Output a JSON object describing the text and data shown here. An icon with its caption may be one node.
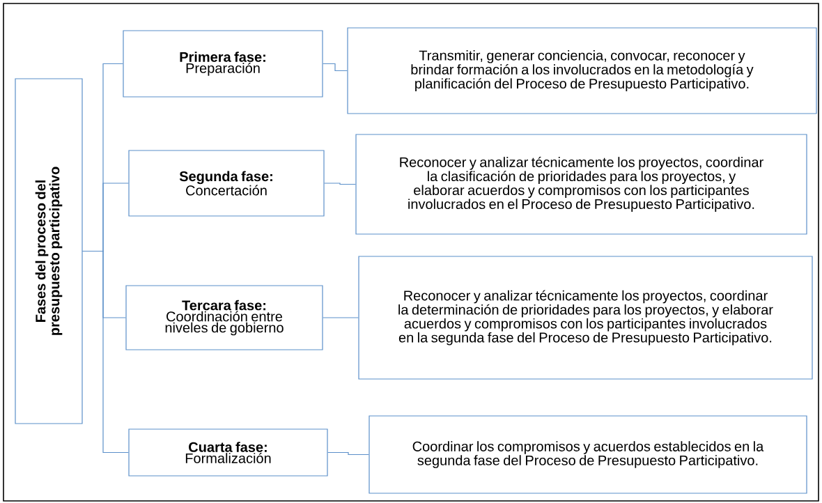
{
  "diagram": {
    "nodes": [
      {
        "text": [
          "Fases del proceso del presupuesto participativo"
        ]
      },
      {
        "text": [
          "Primera fase:",
          "Preparación"
        ]
      },
      {
        "text": [
          "Segunda fase:",
          "Concertación"
        ]
      },
      {
        "text": [
          "Tercara fase:",
          "Coordinación entre niveles de gobierno"
        ]
      },
      {
        "text": [
          "Cuarta fase:",
          "Formalización"
        ]
      },
      {
        "text": [
          "Transmitir, generar conciencia, convocar, reconocer y brindar formación a los involucrados en la metodología y planificación del Proceso de Presupuesto Participativo."
        ]
      },
      {
        "text": [
          "Reconocer y analizar técnicamente los proyectos, coordinar la clasificación de prioridades para los proyectos, y elaborar acuerdos y compromisos con los participantes involucrados en el Proceso de Presupuesto Participativo."
        ]
      },
      {
        "text": [
          "Reconocer y analizar técnicamente los proyectos, coordinar la determinación de prioridades para los proyectos, y elaborar acuerdos y compromisos con los participantes involucrados en la segunda fase del Proceso de Presupuesto Participativo."
        ]
      },
      {
        "text": [
          "Coordinar los compromisos y acuerdos establecidos en la segunda fase del Proceso de Presupuesto Participativo."
        ]
      }
    ],
    "edges": [
      {
        "from": 0,
        "to": 1,
        "arrow": "none"
      },
      {
        "from": 0,
        "to": 2,
        "arrow": "none"
      },
      {
        "from": 0,
        "to": 3,
        "arrow": "none"
      },
      {
        "from": 0,
        "to": 4,
        "arrow": "none"
      },
      {
        "from": 1,
        "to": 5,
        "arrow": "none"
      },
      {
        "from": 2,
        "to": 6,
        "arrow": "none"
      },
      {
        "from": 3,
        "to": 7,
        "arrow": "none"
      },
      {
        "from": 4,
        "to": 8,
        "arrow": "none"
      }
    ]
  }
}
